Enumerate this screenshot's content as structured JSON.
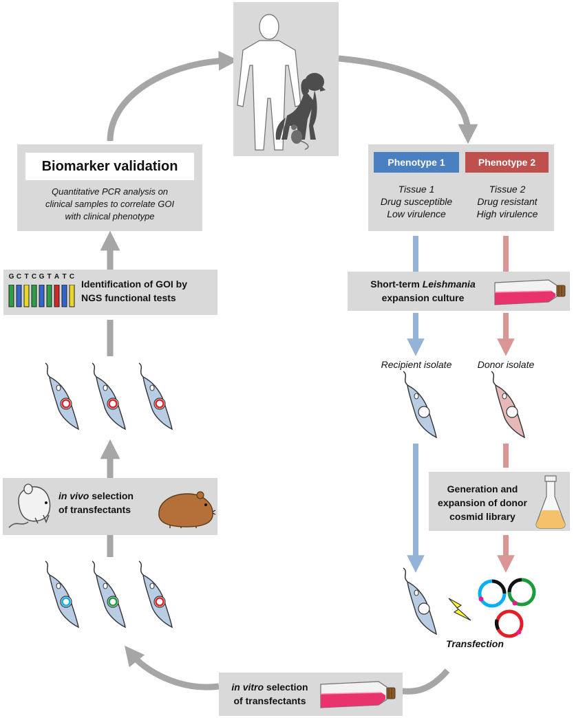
{
  "human_panel": {
    "icon": "human-dog-mouse-silhouettes"
  },
  "biomarker": {
    "title": "Biomarker validation",
    "desc": [
      "Quantitative PCR analysis on",
      "clinical samples to correlate GOI",
      "with clinical phenotype"
    ]
  },
  "phenotypes": [
    {
      "label": "Phenotype 1",
      "color": "#4a7fc1",
      "lines": [
        "Tissue 1",
        "Drug susceptible",
        "Low virulence"
      ]
    },
    {
      "label": "Phenotype 2",
      "color": "#c0504d",
      "lines": [
        "Tissue 2",
        "Drug resistant",
        "High virulence"
      ]
    }
  ],
  "ngs": {
    "sequence": "GCTCGTATC",
    "bar_colors": [
      "#2e9e47",
      "#3366cc",
      "#e6d72a",
      "#2e9e47",
      "#3366cc",
      "#2e9e47",
      "#cc2a2a",
      "#3366cc",
      "#e6d72a"
    ],
    "label_lines": [
      "Identification of GOI by",
      "NGS functional tests"
    ]
  },
  "expansion": {
    "line1_prefix": "Short-term ",
    "line1_italic": "Leishmania",
    "line2": "expansion culture"
  },
  "recipient_label": "Recipient isolate",
  "donor_label": "Donor isolate",
  "library": {
    "lines": [
      "Generation and",
      "expansion of donor",
      "cosmid library"
    ]
  },
  "invivo": {
    "italic": "in vivo",
    "rest": " selection",
    "line2": "of transfectants"
  },
  "invitro": {
    "italic": "in vitro",
    "rest": " selection",
    "line2": "of transfectants"
  },
  "transfection_label": "Transfection",
  "colors": {
    "panel_gray": "#d9d9d9",
    "arrow_gray": "#a6a6a6",
    "arrow_blue": "#95b3d7",
    "arrow_red": "#d99694",
    "parasite_blue": "#b8cce4",
    "parasite_pink": "#e6b9b8",
    "flask_pink": "#e8336d",
    "flask_cap": "#8b5a2b",
    "beaker_fill": "#f5c26b",
    "bolt": "#ffff33",
    "plasmid_cyan": "#00b0f0",
    "plasmid_green": "#1a9c3a",
    "plasmid_red": "#e21f26",
    "hamster": "#b5703a"
  }
}
